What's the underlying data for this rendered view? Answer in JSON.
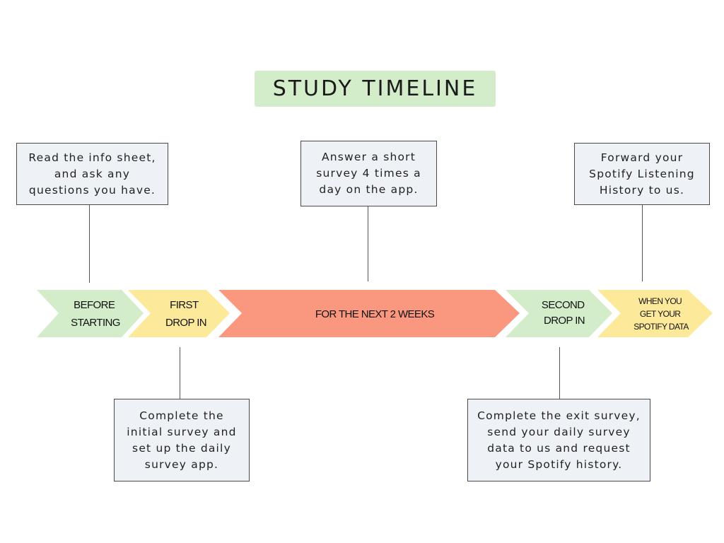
{
  "title": "STUDY TIMELINE",
  "colors": {
    "title_bg": "#d3ecc9",
    "green": "#d3ecc9",
    "yellow": "#fde99a",
    "salmon": "#f9987e",
    "note_bg": "#eef1f5"
  },
  "stages": [
    {
      "lines": [
        "BEFORE",
        "STARTING"
      ],
      "color": "green"
    },
    {
      "lines": [
        "FIRST",
        "DROP IN"
      ],
      "color": "yellow"
    },
    {
      "lines": [
        "FOR THE NEXT 2 WEEKS"
      ],
      "color": "salmon"
    },
    {
      "lines": [
        "SECOND",
        "DROP IN"
      ],
      "color": "green"
    },
    {
      "lines": [
        "WHEN YOU",
        "GET YOUR",
        "SPOTIFY DATA"
      ],
      "color": "yellow"
    }
  ],
  "notes": {
    "before_starting": {
      "lines": [
        "Read the info sheet,",
        "and ask any",
        "questions you have."
      ]
    },
    "first_drop_in": {
      "lines": [
        "Complete the",
        "initial survey and",
        "set up the daily",
        "survey app."
      ]
    },
    "next_2_weeks": {
      "lines": [
        "Answer a short",
        "survey 4 times a",
        "day on the app."
      ]
    },
    "second_drop_in": {
      "lines": [
        "Complete the exit survey,",
        "send your daily survey",
        "data to us and request",
        "your Spotify history."
      ]
    },
    "spotify_data": {
      "lines": [
        "Forward your",
        "Spotify Listening",
        "History to us."
      ]
    }
  }
}
